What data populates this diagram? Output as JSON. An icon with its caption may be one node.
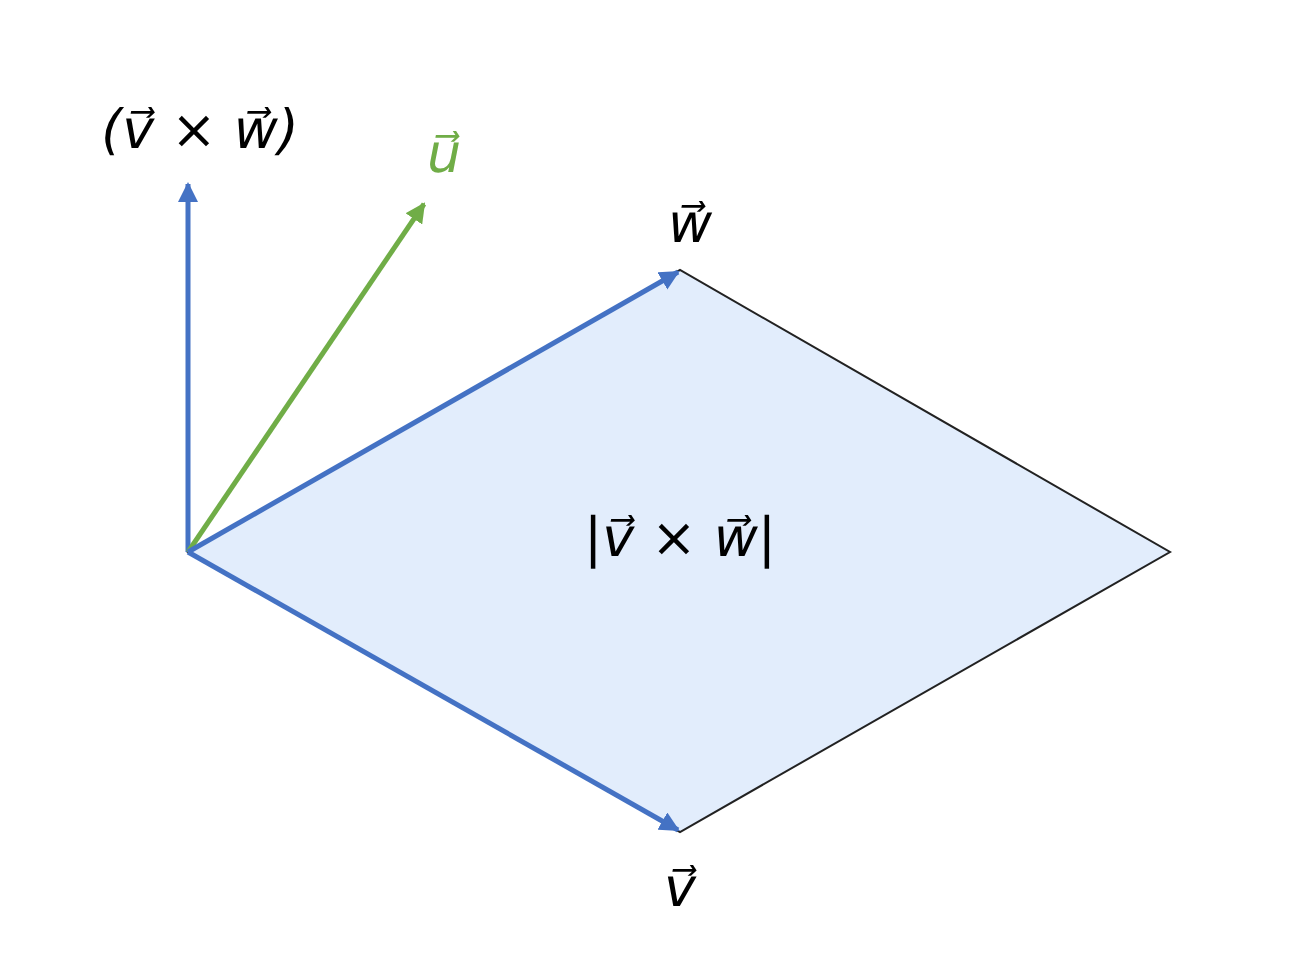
{
  "diagram": {
    "nodes": [
      {
        "text": [
          "|v⃗ × w⃗|"
        ]
      }
    ],
    "labels": [
      "(v⃗ × w⃗)",
      "u⃗",
      "w⃗",
      "v⃗"
    ]
  }
}
